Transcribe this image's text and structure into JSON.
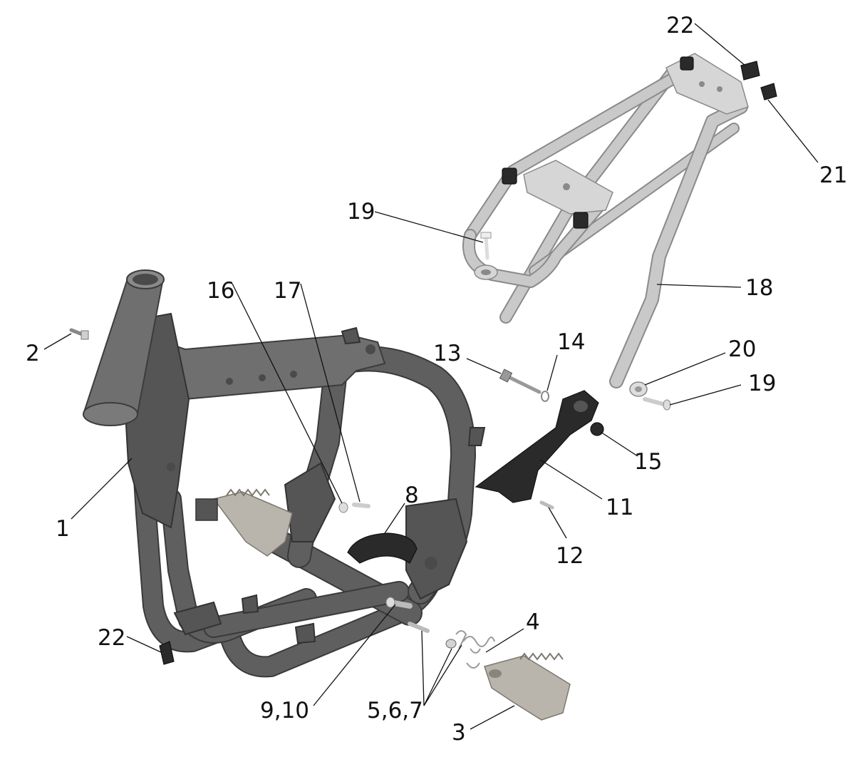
{
  "callouts": {
    "c1": "1",
    "c2": "2",
    "c3": "3",
    "c4": "4",
    "c567": "5,6,7",
    "c8": "8",
    "c910": "9,10",
    "c11": "11",
    "c12": "12",
    "c13": "13",
    "c14": "14",
    "c15": "15",
    "c16": "16",
    "c17": "17",
    "c18": "18",
    "c19a": "19",
    "c19b": "19",
    "c20": "20",
    "c21": "21",
    "c22a": "22",
    "c22b": "22"
  },
  "colors": {
    "main_frame": "#6f6f6f",
    "subframe": "#c9c9c9",
    "black_parts": "#2a2a2a",
    "footpeg": "#b9b5ad",
    "text": "#111111",
    "background": "#ffffff"
  }
}
